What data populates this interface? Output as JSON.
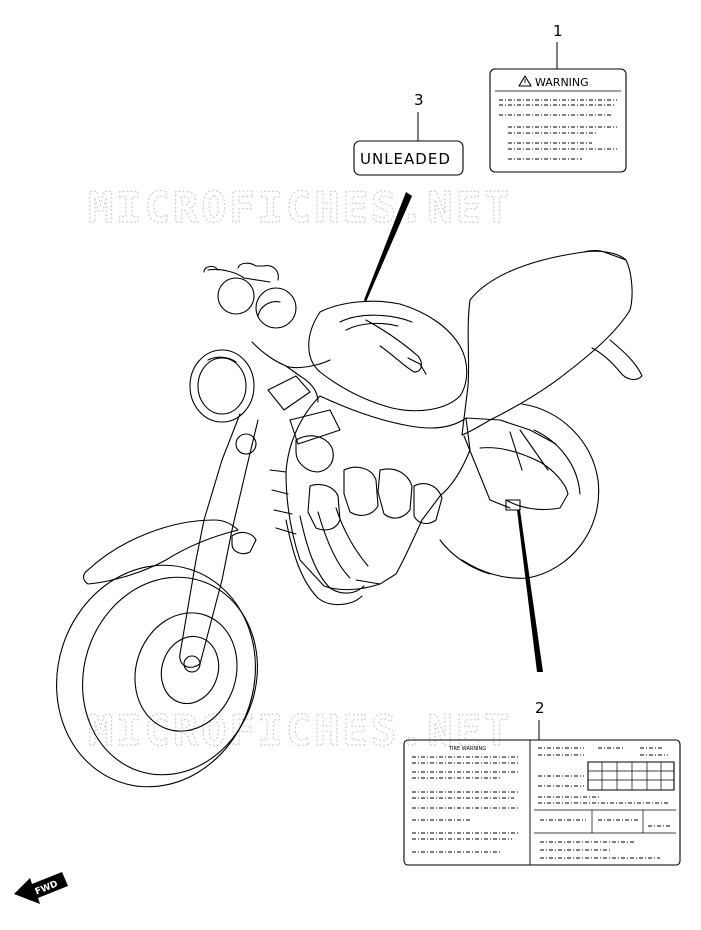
{
  "watermark": "MICROFICHES.NET",
  "callouts": [
    {
      "number": "1"
    },
    {
      "number": "2"
    },
    {
      "number": "3"
    }
  ],
  "labels": {
    "warning_title": "WARNING",
    "unleaded_text": "UNLEADED",
    "tire_warning_title": "TIRE WARNING"
  },
  "fwd_arrow": "FWD",
  "icons": [
    "warning-triangle-icon",
    "fwd-arrow-icon"
  ]
}
